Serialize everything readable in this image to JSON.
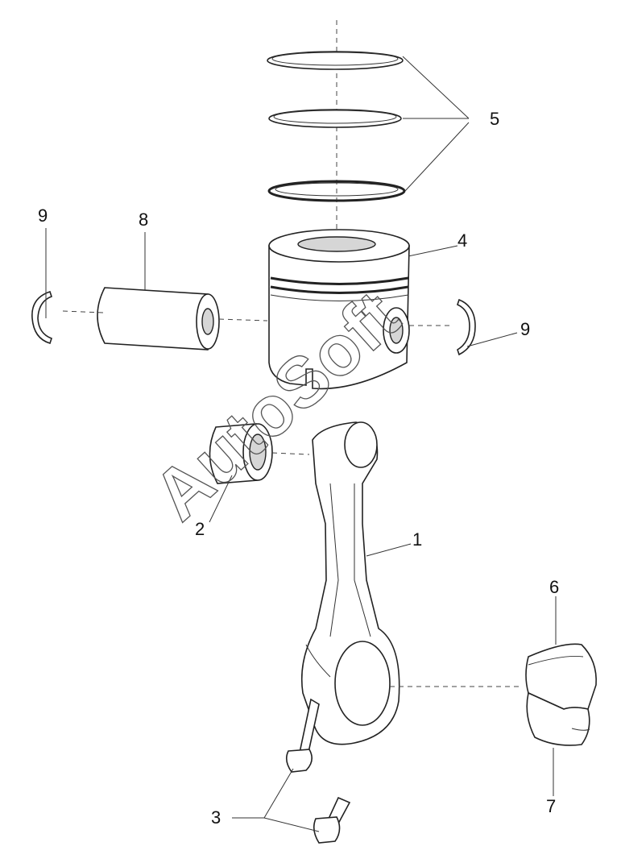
{
  "callouts": {
    "c1": "1",
    "c2": "2",
    "c3": "3",
    "c4": "4",
    "c5": "5",
    "c6": "6",
    "c7": "7",
    "c8": "8",
    "c9_left": "9",
    "c9_right": "9"
  },
  "watermark": "AutoSoft",
  "colors": {
    "line": "#222222",
    "background": "#ffffff"
  }
}
